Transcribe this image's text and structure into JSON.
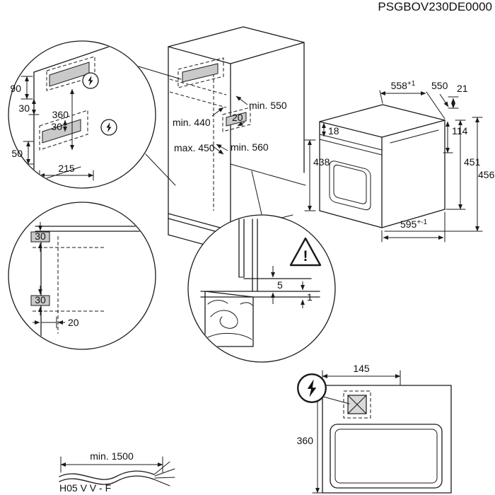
{
  "colors": {
    "line": "#1a1a1a",
    "zone_fill": "#c9c9c9",
    "background": "#ffffff"
  },
  "header": {
    "doc_id": "PSGBOV230DE0000"
  },
  "socket_position_detail": {
    "dims": {
      "d90": "90",
      "d30_upper": "30",
      "d360": "360",
      "d30_lower": "30",
      "d50": "50",
      "d215": "215"
    }
  },
  "niche": {
    "dims": {
      "depth_min": "min. 440",
      "depth_max": "max. 450",
      "top_clearance": "min. 550",
      "rear_gap": "20",
      "bottom_clearance": "min. 560"
    }
  },
  "oven": {
    "dims": {
      "width_top": "558",
      "width_top_tol": "+1",
      "depth": "550",
      "top_trim": "21",
      "front_trim": "18",
      "side_front": "114",
      "height_body": "438",
      "height_451": "451",
      "height_456": "456",
      "width_front": "595",
      "width_front_tol": "+-1"
    }
  },
  "side_panel_detail": {
    "dims": {
      "offset_upper": "30",
      "offset_lower": "30",
      "front_edge": "20"
    }
  },
  "bottom_gap_detail": {
    "dims": {
      "gap": "5",
      "lip": "1"
    },
    "warning_mark": "!"
  },
  "mains_top_view": {
    "dims": {
      "socket_offset": "145",
      "depth": "360"
    }
  },
  "mains_cable": {
    "length": "min. 1500",
    "type": "H05 V V - F"
  },
  "icons": {
    "lightning": "high-voltage-bolt",
    "warning": "exclamation-triangle"
  }
}
